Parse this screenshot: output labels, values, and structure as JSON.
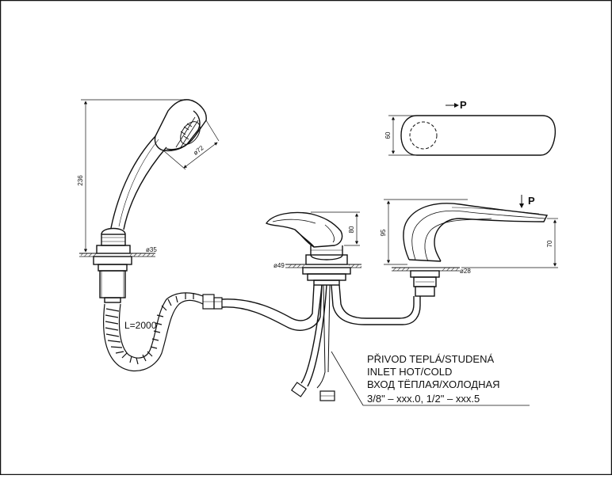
{
  "frame": {
    "border_color": "#111111"
  },
  "handshower": {
    "dim_height": "236",
    "dim_head": "ø72",
    "dim_base": "ø35",
    "hose_length": "L=2000"
  },
  "mixer": {
    "dim_height": "80",
    "dim_base": "ø49"
  },
  "spout": {
    "dim_total": "95",
    "dim_outlet": "70",
    "dim_base": "ø28",
    "arrow_label": "P"
  },
  "top_view": {
    "dim_width": "60",
    "arrow_label": "P"
  },
  "note": {
    "line1": "PŘIVOD TEPLÁ/STUDENÁ",
    "line2": "INLET HOT/COLD",
    "line3": "ВХОД ТЁПЛАЯ/ХОЛОДНАЯ",
    "line4": "3/8\" – xxx.0, 1/2\" – xxx.5"
  }
}
